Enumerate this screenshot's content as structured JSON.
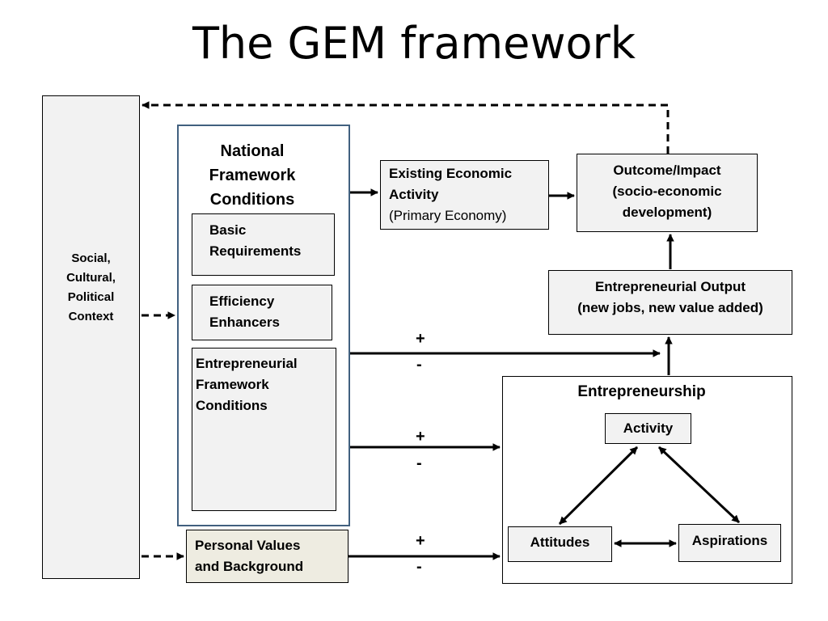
{
  "title": "The GEM framework",
  "social_context": {
    "line1": "Social,",
    "line2": "Cultural,",
    "line3": "Political",
    "line4": "Context"
  },
  "national_framework": {
    "title_line1": "National",
    "title_line2": "Framework",
    "title_line3": "Conditions",
    "basic": {
      "line1": "Basic",
      "line2": "Requirements"
    },
    "efficiency": {
      "line1": "Efficiency",
      "line2": "Enhancers"
    },
    "efc": {
      "line1": "Entrepreneurial",
      "line2": "Framework",
      "line3": "Conditions"
    }
  },
  "existing_activity": {
    "line1": "Existing Economic",
    "line2": "Activity",
    "line3": "(Primary Economy)"
  },
  "outcome": {
    "line1": "Outcome/Impact",
    "line2": "(socio-economic",
    "line3": "development)"
  },
  "output": {
    "line1": "Entrepreneurial Output",
    "line2": "(new jobs, new value added)"
  },
  "entrepreneurship": {
    "title": "Entrepreneurship",
    "activity": "Activity",
    "attitudes": "Attitudes",
    "aspirations": "Aspirations"
  },
  "personal": {
    "line1": "Personal Values",
    "line2": "and  Background"
  },
  "signs": {
    "plus": "+",
    "minus": "-"
  },
  "colors": {
    "frame_border": "#41607f",
    "box_fill": "#f2f2f2",
    "personal_fill": "#eeece1"
  }
}
